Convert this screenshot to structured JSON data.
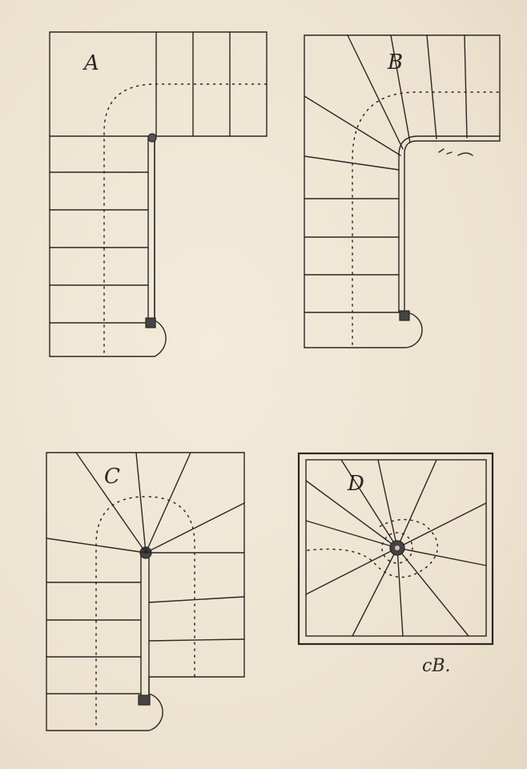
{
  "figures": [
    {
      "key": "A",
      "label": "A"
    },
    {
      "key": "B",
      "label": "B"
    },
    {
      "key": "C",
      "label": "C"
    },
    {
      "key": "D",
      "label": "D"
    }
  ],
  "signature": "cB."
}
